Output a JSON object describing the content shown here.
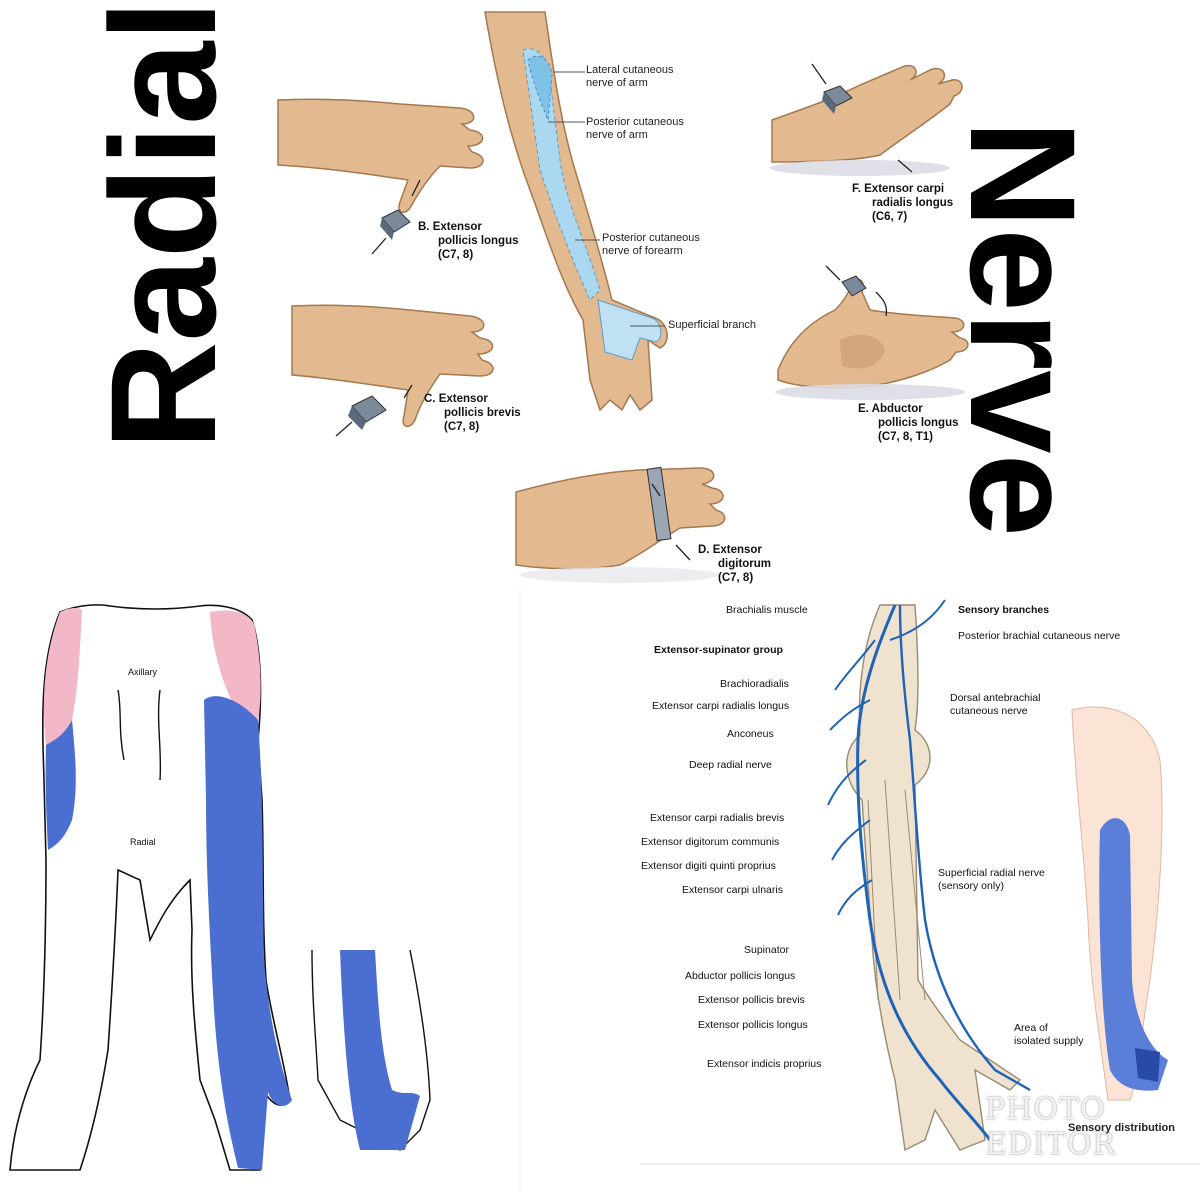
{
  "title_left": "Radial",
  "title_right": "Nerve",
  "cutaneous": {
    "lateral_arm": [
      "Lateral cutaneous",
      "nerve of arm"
    ],
    "posterior_arm": [
      "Posterior cutaneous",
      "nerve of arm"
    ],
    "posterior_forearm": [
      "Posterior cutaneous",
      "nerve of forearm"
    ],
    "superficial": "Superficial branch"
  },
  "tests": {
    "b": {
      "name": "B.  Extensor",
      "line2": "pollicis longus",
      "roots": "(C7, 8)"
    },
    "c": {
      "name": "C.  Extensor",
      "line2": "pollicis brevis",
      "roots": "(C7, 8)"
    },
    "d": {
      "name": "D.  Extensor",
      "line2": "digitorum",
      "roots": "(C7, 8)"
    },
    "e": {
      "name": "E.  Abductor",
      "line2": "pollicis longus",
      "roots": "(C7, 8, T1)"
    },
    "f": {
      "name": "F.  Extensor carpi",
      "line2": "radialis longus",
      "roots": "(C6, 7)"
    }
  },
  "dermatome": {
    "axillary": "Axillary",
    "radial": "Radial"
  },
  "anatomy": {
    "brachialis": "Brachialis muscle",
    "sensory_branches": "Sensory branches",
    "posterior_brachial": "Posterior brachial cutaneous nerve",
    "group": "Extensor-supinator group",
    "dorsal_antebrachial": [
      "Dorsal antebrachial",
      "cutaneous nerve"
    ],
    "superficial_radial": [
      "Superficial radial nerve",
      "(sensory only)"
    ],
    "isolated": [
      "Area of",
      "isolated supply"
    ],
    "muscles": [
      "Brachioradialis",
      "Extensor carpi radialis longus",
      "Anconeus",
      "Deep radial nerve",
      "Extensor carpi radialis brevis",
      "Extensor digitorum communis",
      "Extensor digiti quinti proprius",
      "Extensor carpi ulnaris",
      "Supinator",
      "Abductor pollicis longus",
      "Extensor pollicis brevis",
      "Extensor pollicis longus",
      "Extensor indicis proprius"
    ],
    "sensory_distribution": "Sensory distribution"
  },
  "watermark": "PHOTO EDITOR",
  "colors": {
    "skin": "#e3b98f",
    "skin_dark": "#c99a72",
    "light_blue": "#a9d8f0",
    "dermatome_blue": "#4a6fd0",
    "axillary_pink": "#f3b8c8",
    "nerve_blue": "#1f63b8",
    "bone": "#efe3cf"
  }
}
